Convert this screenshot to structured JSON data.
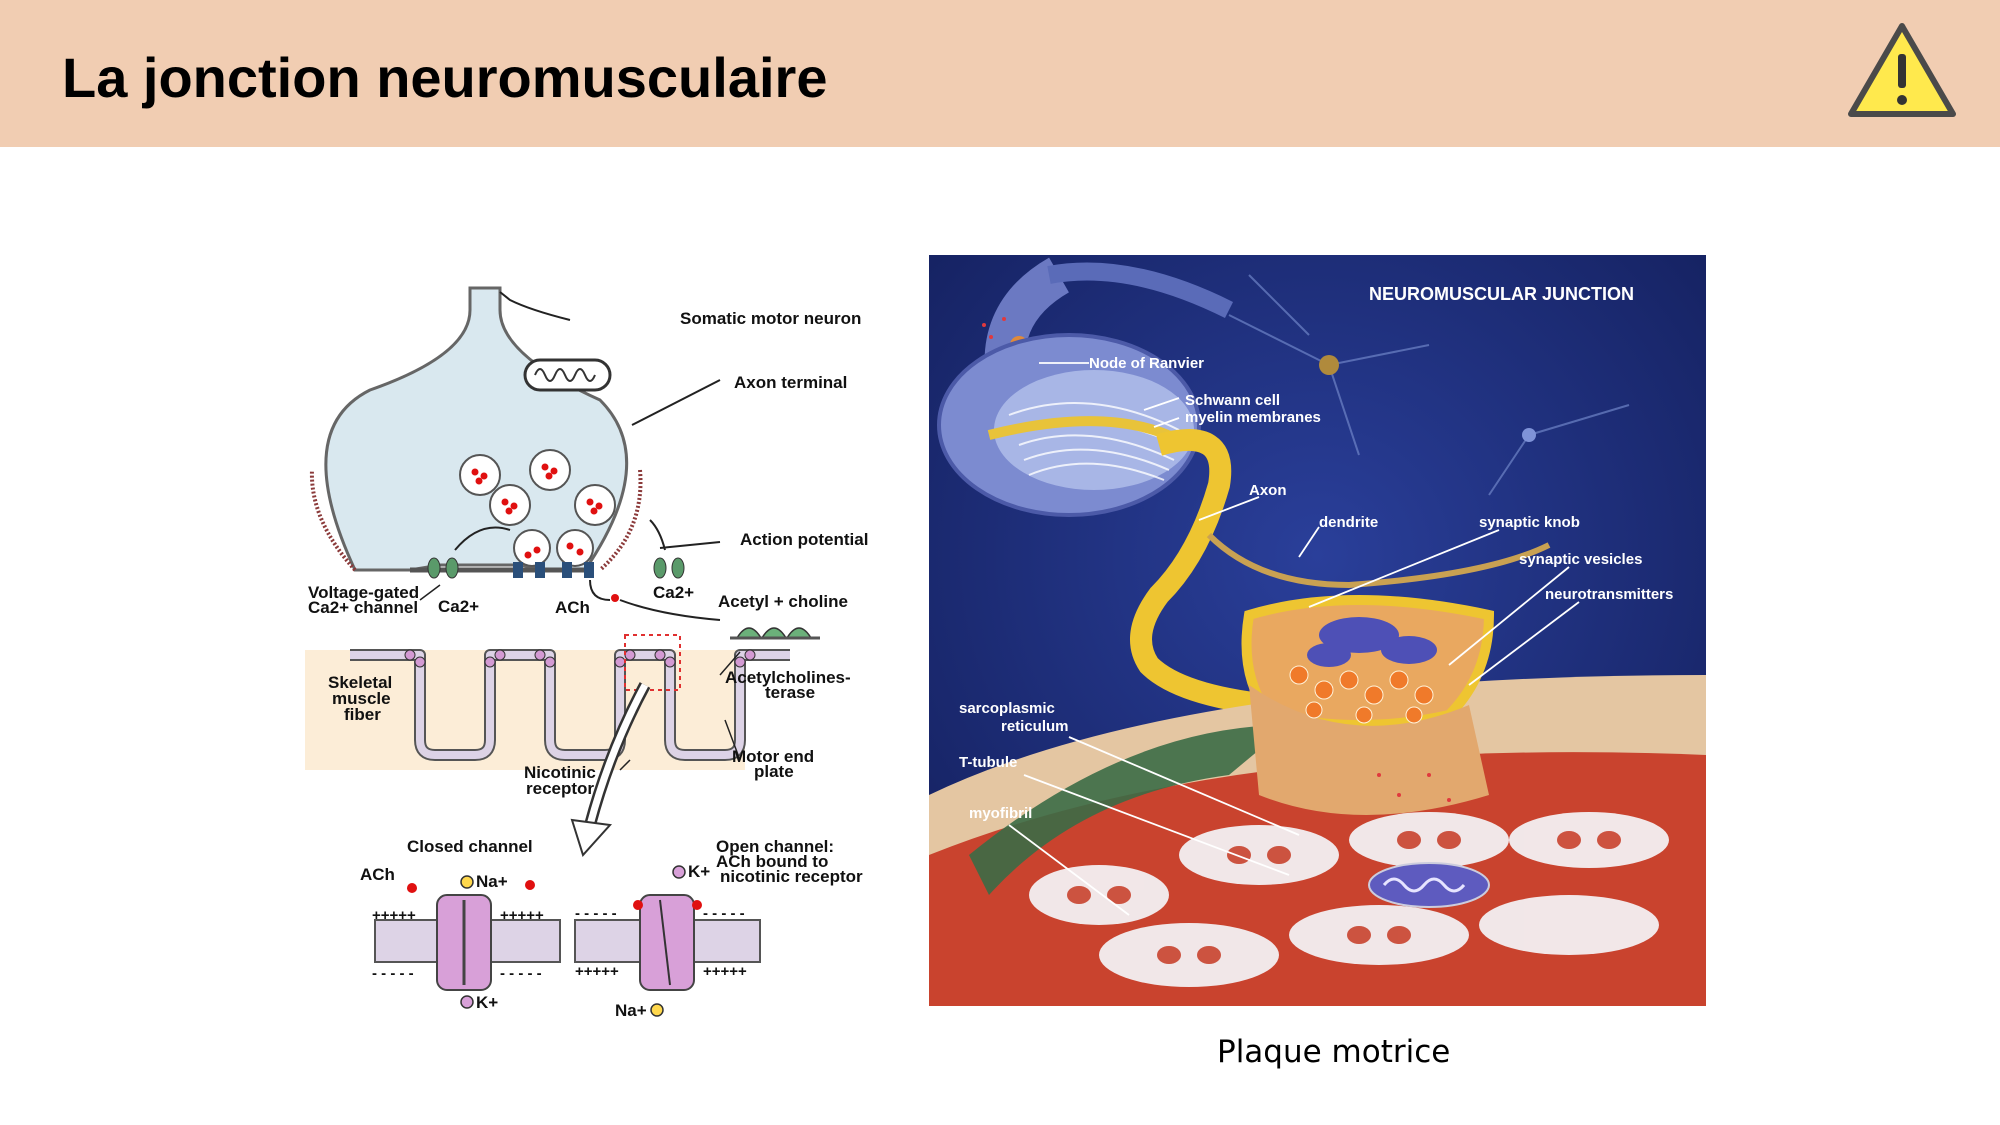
{
  "slide": {
    "title": "La jonction neuromusculaire",
    "caption": "Plaque motrice",
    "header_color": "#f1cdb2",
    "warning_icon": "warning-triangle-icon"
  },
  "left_diagram": {
    "labels": {
      "somatic_motor_neuron": "Somatic motor neuron",
      "axon_terminal": "Axon terminal",
      "action_potential": "Action potential",
      "voltage_gated_1": "Voltage-gated",
      "voltage_gated_2": "Ca2+ channel",
      "ca_left": "Ca2+",
      "ca_right": "Ca2+",
      "ach": "ACh",
      "acetyl_choline": "Acetyl + choline",
      "ache_1": "Acetylcholines-",
      "ache_2": "terase",
      "skeletal_1": "Skeletal",
      "skeletal_2": "muscle",
      "skeletal_3": "fiber",
      "nicotinic_1": "Nicotinic",
      "nicotinic_2": "receptor",
      "motor_end_1": "Motor end",
      "motor_end_2": "plate",
      "closed_channel": "Closed channel",
      "open_1": "Open channel:",
      "open_2": "ACh bound to",
      "open_3": "nicotinic receptor",
      "ach_closed": "ACh",
      "na_closed": "Na+",
      "k_closed": "K+",
      "k_open": "K+",
      "na_open": "Na+",
      "plus_1": "+++++",
      "plus_2": "+++++",
      "plus_3": "+++++",
      "plus_4": "+++++",
      "minus_1": "- - - - -",
      "minus_2": "- - - - -",
      "minus_3": "- - - - -",
      "minus_4": "- - - - -"
    }
  },
  "right_illustration": {
    "labels": {
      "title": "NEUROMUSCULAR  JUNCTION",
      "node_of_ranvier": "Node of Ranvier",
      "schwann_1": "Schwann cell",
      "schwann_2": "myelin membranes",
      "axon": "Axon",
      "dendrite": "dendrite",
      "synaptic_knob": "synaptic knob",
      "synaptic_vesicles": "synaptic vesicles",
      "neurotransmitters": "neurotransmitters",
      "sarco_1": "sarcoplasmic",
      "sarco_2": "reticulum",
      "t_tubule": "T-tubule",
      "myofibril": "myofibril"
    }
  }
}
